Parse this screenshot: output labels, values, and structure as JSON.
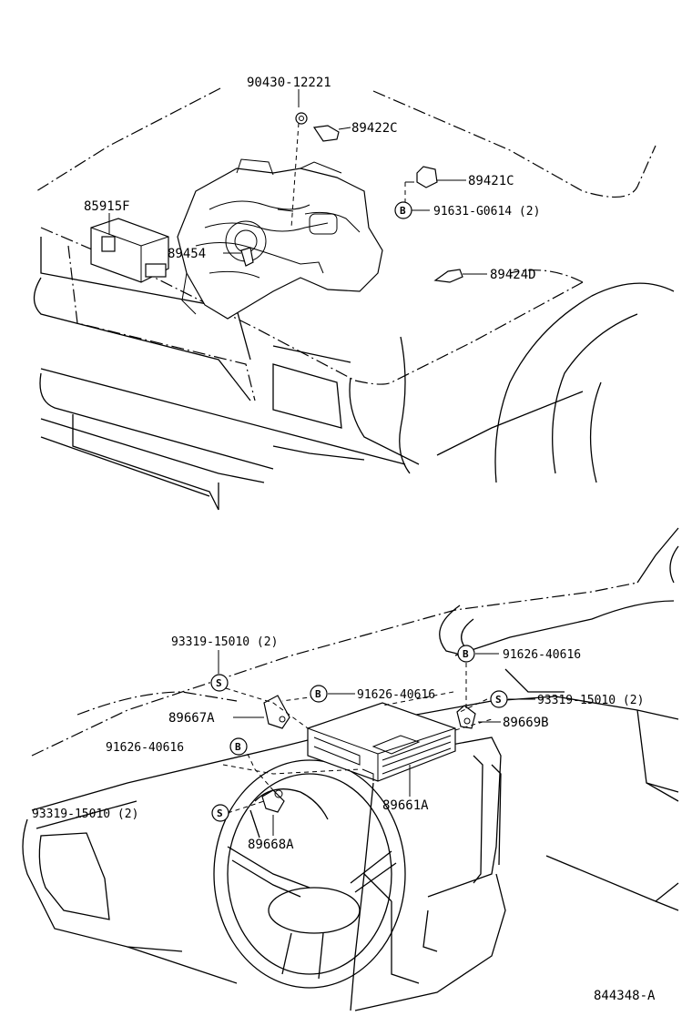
{
  "diagram": {
    "top_section": {
      "callouts": [
        {
          "id": "c1",
          "text": "90430-12221"
        },
        {
          "id": "c2",
          "text": "89422C"
        },
        {
          "id": "c3",
          "text": "89421C"
        },
        {
          "id": "c4",
          "badge": "B",
          "text": "91631-G0614 (2)"
        },
        {
          "id": "c5",
          "text": "85915F"
        },
        {
          "id": "c6",
          "text": "89454"
        },
        {
          "id": "c7",
          "text": "89424D"
        }
      ]
    },
    "bottom_section": {
      "callouts": [
        {
          "id": "d1",
          "text": "93319-15010 (2)"
        },
        {
          "id": "d2",
          "badge": "S"
        },
        {
          "id": "d3",
          "text": "89667A"
        },
        {
          "id": "d4",
          "badge": "B",
          "text": "91626-40616"
        },
        {
          "id": "d5",
          "text": "91626-40616",
          "badge": "B"
        },
        {
          "id": "d6",
          "text": "93319-15010 (2)",
          "badge": "S"
        },
        {
          "id": "d7",
          "text": "89668A"
        },
        {
          "id": "d8",
          "text": "89661A"
        },
        {
          "id": "d9",
          "badge": "B",
          "text": "91626-40616"
        },
        {
          "id": "d10",
          "badge": "S",
          "text": "93319-15010 (2)"
        },
        {
          "id": "d11",
          "text": "89669B"
        }
      ]
    },
    "figure_code": "844348-A"
  }
}
